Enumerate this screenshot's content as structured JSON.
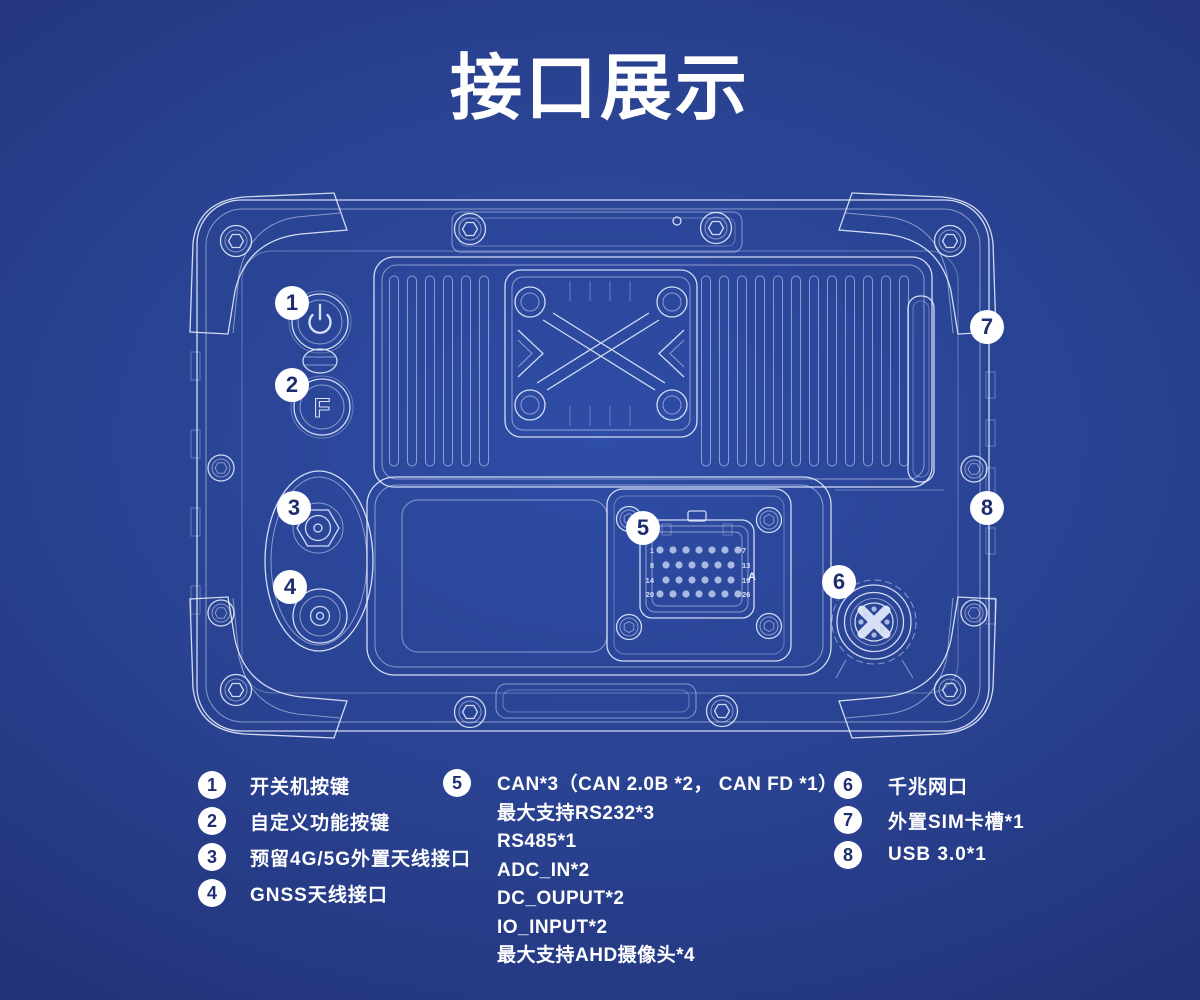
{
  "title": "接口展示",
  "colors": {
    "background_center": "#2e4da6",
    "background_edge": "#223177",
    "line": "#e9efff",
    "badge_background": "#ffffff",
    "badge_number": "#1d2d6f",
    "text": "#ffffff"
  },
  "diagram": {
    "f_button_label": "F",
    "port_marker": "A",
    "pin_rows": [
      {
        "left": "1",
        "right": "7"
      },
      {
        "left": "8",
        "right": "13"
      },
      {
        "left": "14",
        "right": "19"
      },
      {
        "left": "20",
        "right": "26"
      }
    ],
    "callouts": [
      {
        "num": "1"
      },
      {
        "num": "2"
      },
      {
        "num": "3"
      },
      {
        "num": "4"
      },
      {
        "num": "5"
      },
      {
        "num": "6"
      },
      {
        "num": "7"
      },
      {
        "num": "8"
      }
    ]
  },
  "legend": {
    "items_left": [
      {
        "num": "1",
        "label": "开关机按键"
      },
      {
        "num": "2",
        "label": "自定义功能按键"
      },
      {
        "num": "3",
        "label": "预留4G/5G外置天线接口"
      },
      {
        "num": "4",
        "label": "GNSS天线接口"
      }
    ],
    "item_middle": {
      "num": "5",
      "lines": [
        "CAN*3（CAN 2.0B *2， CAN FD *1）",
        "最大支持RS232*3",
        "RS485*1",
        "ADC_IN*2",
        "DC_OUPUT*2",
        "IO_INPUT*2",
        "最大支持AHD摄像头*4"
      ]
    },
    "items_right": [
      {
        "num": "6",
        "label": "千兆网口"
      },
      {
        "num": "7",
        "label": "外置SIM卡槽*1"
      },
      {
        "num": "8",
        "label": "USB 3.0*1"
      }
    ]
  }
}
